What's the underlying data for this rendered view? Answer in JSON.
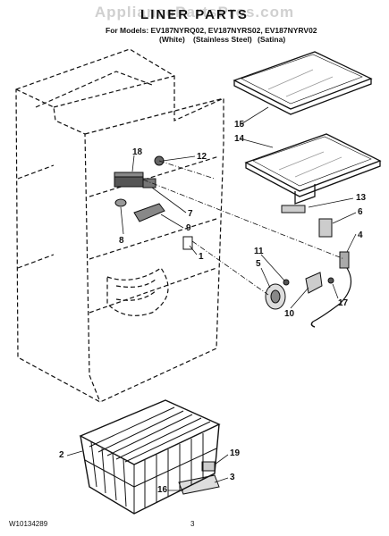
{
  "watermark": "AppliancePartsPros.com",
  "title": "LINER PARTS",
  "models_line": "For Models: EV187NYRQ02, EV187NYRS02, EV187NYRV02",
  "variants": [
    "(White)",
    "(Stainless Steel)",
    "(Satina)"
  ],
  "footer": {
    "doc_number": "W10134289",
    "page": "3"
  },
  "callouts": [
    "15",
    "14",
    "18",
    "12",
    "7",
    "13",
    "6",
    "9",
    "4",
    "8",
    "1",
    "11",
    "5",
    "17",
    "10",
    "2",
    "19",
    "3",
    "16"
  ]
}
